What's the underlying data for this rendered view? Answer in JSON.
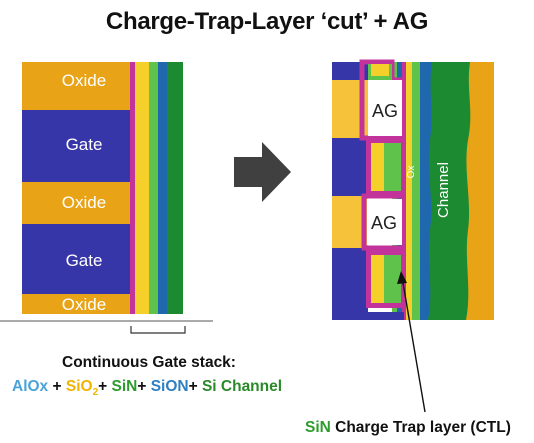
{
  "title": "Charge-Trap-Layer ‘cut’ + AG",
  "left_stack": {
    "layers": [
      "Oxide",
      "Gate",
      "Oxide",
      "Gate",
      "Oxide"
    ]
  },
  "right_stack": {
    "ag_labels": [
      "AG",
      "AG"
    ],
    "ox_label": "Ox",
    "channel_label": "Channel"
  },
  "caption": {
    "heading": "Continuous Gate stack:",
    "parts": {
      "alox": "AlOx",
      "plus": " + ",
      "sio": "SiO",
      "sio_sub": "2",
      "sin": "SiN",
      "sion": "SiON",
      "si_channel": "Si Channel"
    }
  },
  "ctl_note": {
    "sin": "SiN",
    "text": " Charge Trap layer (CTL)"
  },
  "colors": {
    "oxide": "#e8a317",
    "gate": "#3636a8",
    "alox": "#c2349c",
    "sio2_yellow": "#f5d02a",
    "sin_green": "#5fc24a",
    "sion_blue": "#1f68ad",
    "si_channel": "#1c8a30",
    "ag_fill": "#ffffff"
  }
}
